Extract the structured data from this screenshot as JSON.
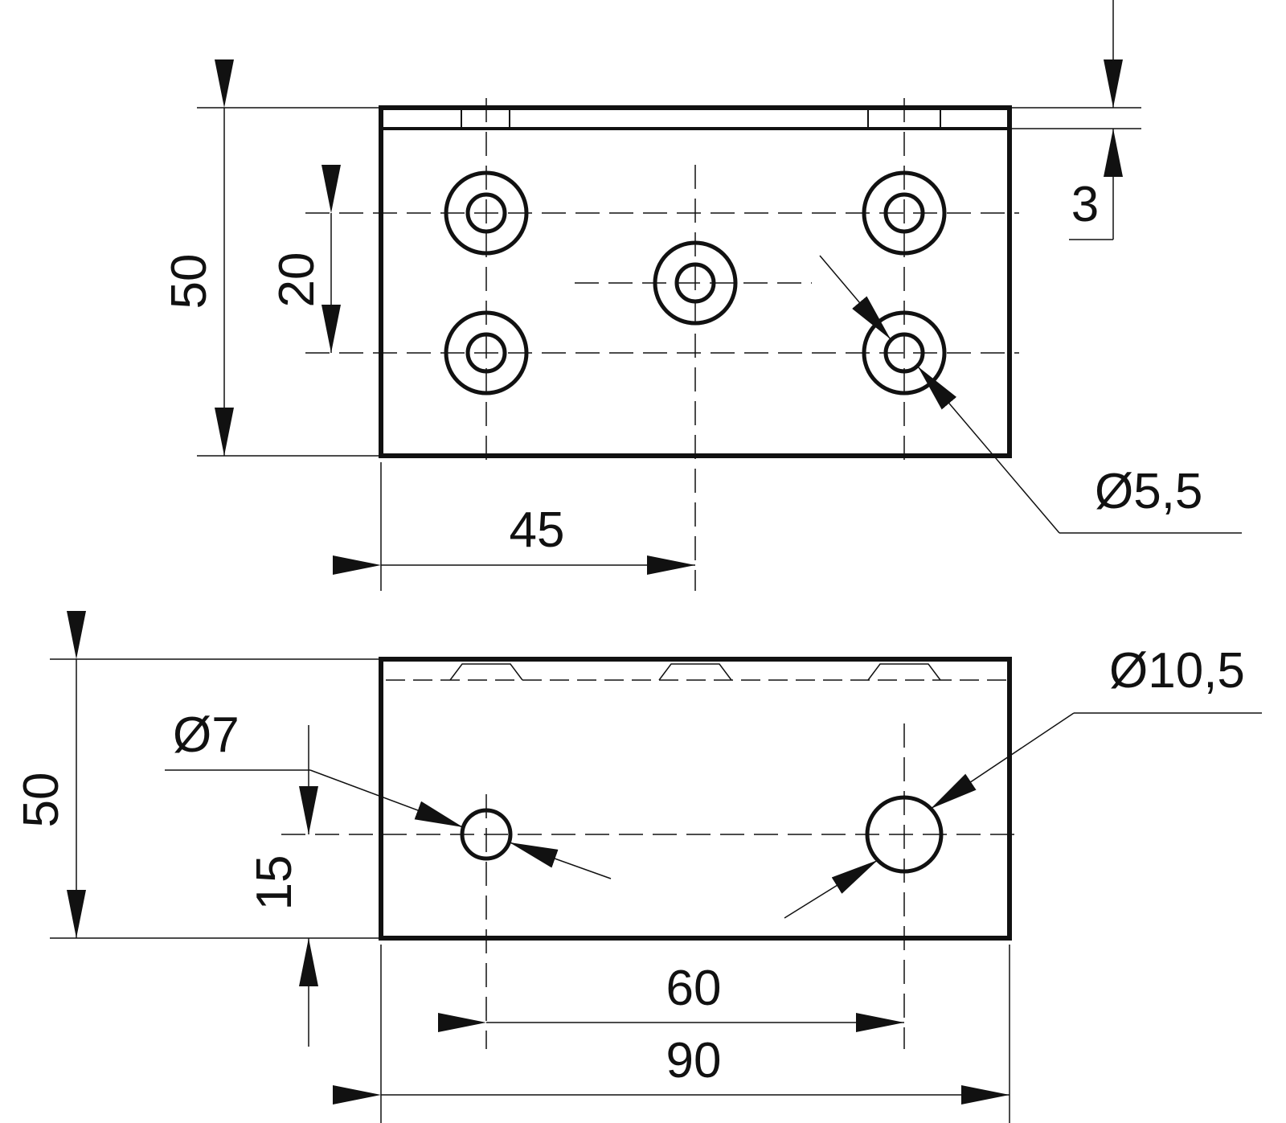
{
  "top_view": {
    "dim_height": "50",
    "dim_hole_spacing_vertical": "20",
    "dim_center_offset": "45",
    "dim_thickness": "3",
    "dim_small_hole_diameter": "Ø5,5"
  },
  "bottom_view": {
    "dim_height": "50",
    "dim_hole_height": "15",
    "dim_hole_spacing": "60",
    "dim_width": "90",
    "dim_left_hole_diameter": "Ø7",
    "dim_right_hole_diameter": "Ø10,5"
  },
  "colors": {
    "line": "#111111",
    "background": "#ffffff"
  }
}
